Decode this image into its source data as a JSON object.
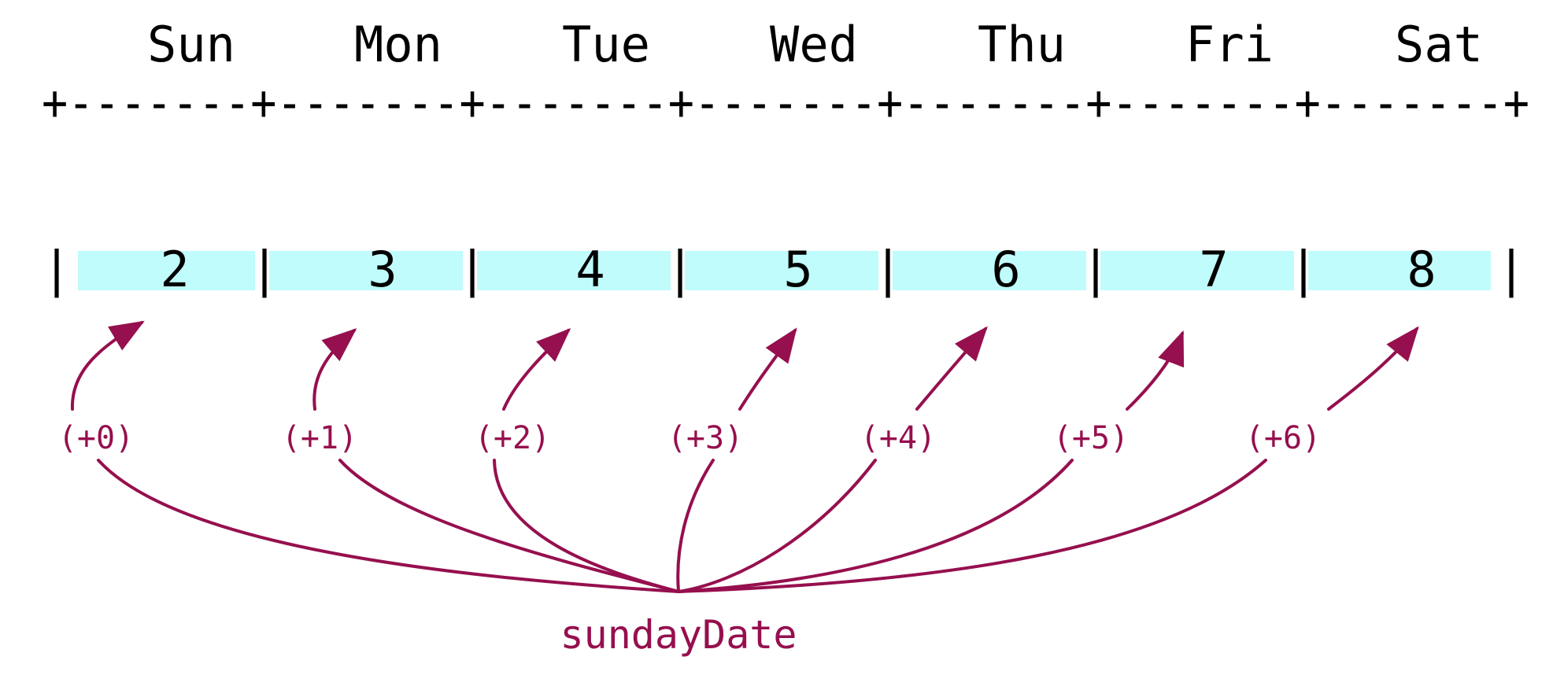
{
  "colors": {
    "accent": "#960f4e",
    "cell_highlight": "#c0fcfc",
    "text": "#000000"
  },
  "header": {
    "days": [
      "Sun",
      "Mon",
      "Tue",
      "Wed",
      "Thu",
      "Fri",
      "Sat"
    ],
    "border": "+-------+-------+-------+-------+-------+-------+-------+"
  },
  "row": {
    "dates": [
      "2",
      "3",
      "4",
      "5",
      "6",
      "7",
      "8"
    ],
    "separator": "|"
  },
  "offsets": [
    "(+0)",
    "(+1)",
    "(+2)",
    "(+3)",
    "(+4)",
    "(+5)",
    "(+6)"
  ],
  "variable": "sundayDate"
}
